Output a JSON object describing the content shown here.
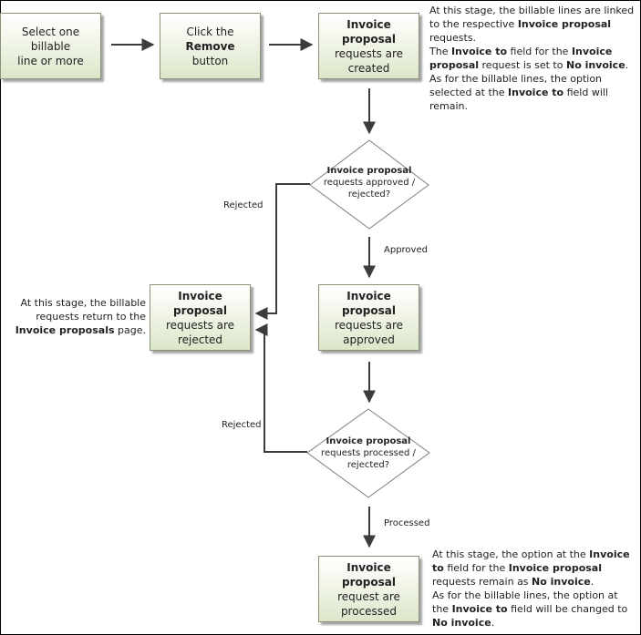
{
  "step1": {
    "line1": "Select one billable",
    "line2": "line or more"
  },
  "step2": {
    "pre": "Click the ",
    "bold": "Remove",
    "line2": "button"
  },
  "step3": {
    "bold": "Invoice proposal",
    "line2": "requests are",
    "line3": "created"
  },
  "decision1": {
    "bold": "Invoice proposal",
    "line2": "requests approved /",
    "line3": "rejected?"
  },
  "approved_box": {
    "bold": "Invoice proposal",
    "line2": "requests are",
    "line3": "approved"
  },
  "rejected_box": {
    "bold": "Invoice proposal",
    "line2": "requests are",
    "line3": "rejected"
  },
  "decision2": {
    "bold": "Invoice proposal",
    "line2": "requests processed /",
    "line3": "rejected?"
  },
  "processed_box": {
    "bold": "Invoice proposal",
    "line2": "request are",
    "line3": "processed"
  },
  "edges": {
    "rejected_1": "Rejected",
    "approved": "Approved",
    "rejected_2": "Rejected",
    "processed": "Processed"
  },
  "note_top": {
    "l1": "At this stage, the billable lines are linked",
    "l2": "to the respective ",
    "l2b": "Invoice proposal",
    "l3": "requests.",
    "l4a": "The ",
    "l4b": "Invoice to",
    "l4c": " field for the ",
    "l4d": "Invoice",
    "l5a": "proposal",
    "l5b": " request is set to ",
    "l5c": "No invoice",
    "l5d": ".",
    "l6": "As for the billable lines, the option",
    "l7a": "selected at the ",
    "l7b": "Invoice to",
    "l7c": " field will remain."
  },
  "note_left": {
    "l1": "At this stage, the billable",
    "l2": "requests return to the",
    "l3b": "Invoice proposals",
    "l3c": " page."
  },
  "note_bottom": {
    "l1a": "At this stage, the option at the ",
    "l1b": "Invoice",
    "l2a": "to",
    "l2b": " field for the ",
    "l2c": "Invoice proposal",
    "l3a": "requests remain as ",
    "l3b": "No invoice",
    "l3c": ".",
    "l4": "As for the billable lines, the option at",
    "l5a": "the ",
    "l5b": "Invoice to",
    "l5c": " field will be changed to",
    "l6b": "No invoice",
    "l6c": "."
  }
}
